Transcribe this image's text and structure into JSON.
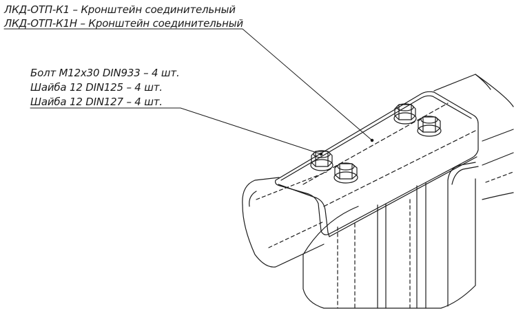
{
  "labels": {
    "part_1": "ЛКД-ОТП-К1 – Кронштейн соединительный",
    "part_2": "ЛКД-ОТП-К1Н – Кронштейн соединительный",
    "fasteners": [
      "Болт М12х30 DIN933 – 4 шт.",
      "Шайба 12 DIN125 – 4 шт.",
      "Шайба 12 DIN127 – 4 шт."
    ]
  },
  "colors": {
    "line": "#1a1a1a",
    "paper": "#ffffff"
  }
}
